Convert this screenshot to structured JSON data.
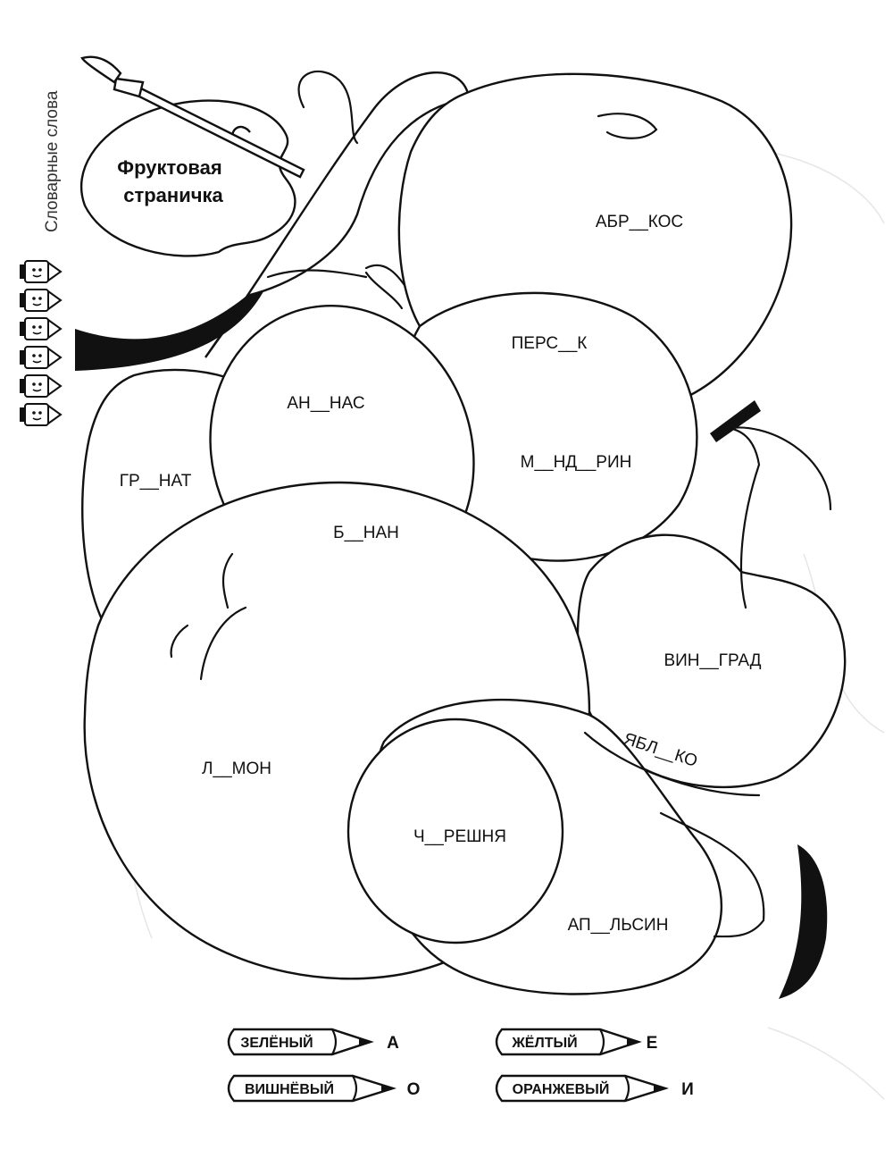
{
  "section_label": "Словарные слова",
  "title": {
    "line1": "Фруктовая",
    "line2": "страничка"
  },
  "fruits": {
    "apricot": "АБР__КОС",
    "peach": "ПЕРС__К",
    "pineapple": "АН__НАС",
    "mandarin": "М__НД__РИН",
    "pomegranate": "ГР__НАТ",
    "banana": "Б__НАН",
    "grape": "ВИН__ГРАД",
    "apple": "ЯБЛ__КО",
    "lemon": "Л__МОН",
    "cherry": "Ч__РЕШНЯ",
    "orange": "АП__ЛЬСИН"
  },
  "legend": [
    {
      "word": "ЗЕЛЁНЫЙ",
      "letter": "А"
    },
    {
      "word": "ЖЁЛТЫЙ",
      "letter": "Е"
    },
    {
      "word": "ВИШНЁВЫЙ",
      "letter": "О"
    },
    {
      "word": "ОРАНЖЕВЫЙ",
      "letter": "И"
    }
  ],
  "icons": [
    "paint-brush-icon",
    "pencil-row-icon",
    "pencil-icon"
  ]
}
